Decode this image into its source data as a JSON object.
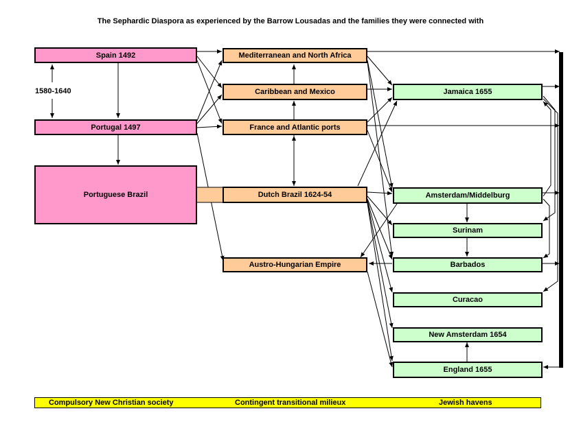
{
  "title": "The Sephardic Diaspora as experienced by the Barrow Lousadas and the families they were connected with",
  "nodes": {
    "spain": "Spain 1492",
    "portugal": "Portugal 1497",
    "brazil": "Portuguese Brazil",
    "med": "Mediterranean and North Africa",
    "carib": "Caribbean and Mexico",
    "france": "France and Atlantic ports",
    "dutch_brazil": "Dutch Brazil 1624-54",
    "austro": "Austro-Hungarian Empire",
    "jamaica": "Jamaica 1655",
    "amsterdam": "Amsterdam/Middelburg",
    "surinam": "Surinam",
    "barbados": "Barbados",
    "curacao": "Curacao",
    "new_amsterdam": "New Amsterdam 1654",
    "england": "England 1655"
  },
  "period_label": "1580-1640",
  "legend": {
    "col1": "Compulsory New Christian society",
    "col2": "Contingent transitional milieux",
    "col3": "Jewish havens"
  },
  "colors": {
    "pink": "#ff99cc",
    "orange": "#ffcc99",
    "green": "#ccffcc",
    "legend": "#ffff00"
  }
}
